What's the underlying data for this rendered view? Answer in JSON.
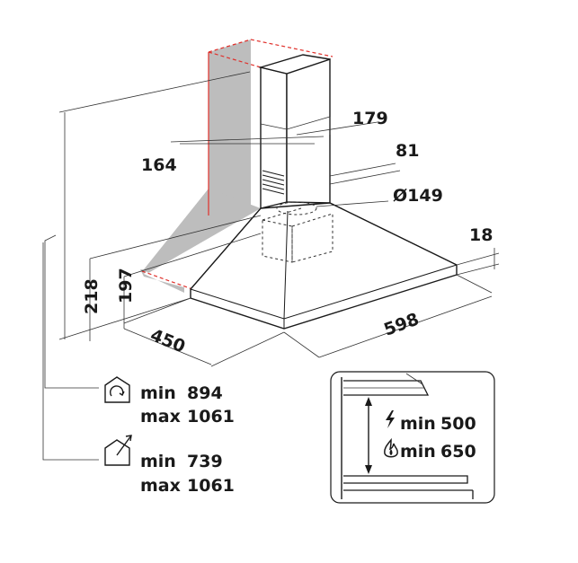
{
  "dimensions": {
    "chimney_width": "179",
    "chimney_depth": "164",
    "outlet_offset": "81",
    "outlet_diameter": "Ø149",
    "canopy_thickness": "18",
    "total_height": "218",
    "canopy_height": "197",
    "depth": "450",
    "width": "598"
  },
  "installation": {
    "recirculation": {
      "min_label": "min",
      "min_value": "894",
      "max_label": "max",
      "max_value": "1061",
      "icon": "house-recirculation-icon"
    },
    "extraction": {
      "min_label": "min",
      "min_value": "739",
      "max_label": "max",
      "max_value": "1061",
      "icon": "house-extraction-icon"
    }
  },
  "clearance": {
    "electric": {
      "label": "min",
      "value": "500",
      "icon": "lightning-icon"
    },
    "gas": {
      "label": "min",
      "value": "650",
      "icon": "flame-icon"
    }
  },
  "colors": {
    "line": "#1a1a1a",
    "wall": "#bdbdbd",
    "cut_marks": "#e0302b"
  }
}
